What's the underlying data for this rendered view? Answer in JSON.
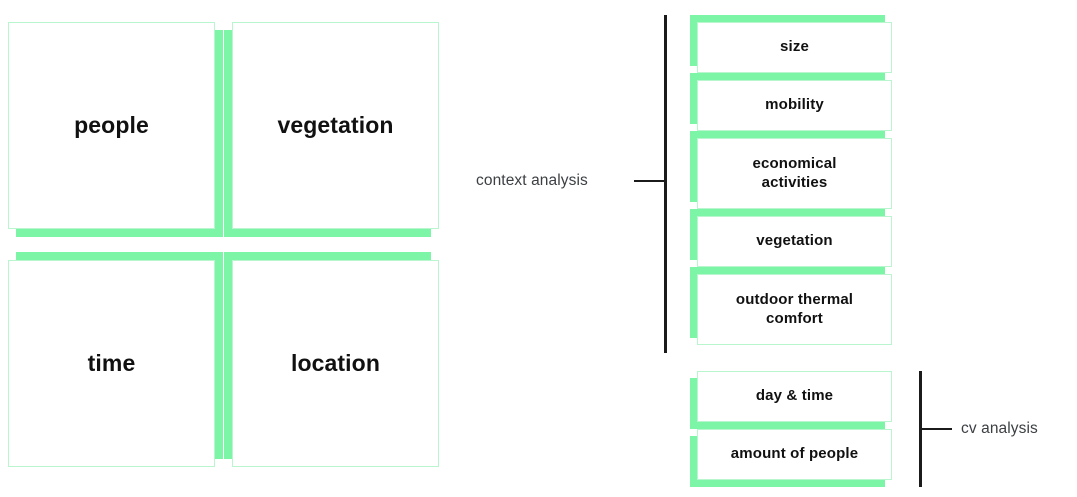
{
  "diagram": {
    "title": "context analysis and cv analysis factor diagram",
    "colors": {
      "slab_green": "#7CF5A6",
      "card_border_green": "#B9F5CE",
      "card_face": "#FFFFFF",
      "bracket_line": "#1B1B1B",
      "label_text": "#3C4043",
      "card_text": "#111111",
      "background": "#FFFFFF"
    }
  },
  "quadrant": {
    "name": "four-factor-grid",
    "cards": [
      {
        "label": "people",
        "shadow_direction": "bottom-right"
      },
      {
        "label": "vegetation",
        "shadow_direction": "bottom-left"
      },
      {
        "label": "time",
        "shadow_direction": "top-right"
      },
      {
        "label": "location",
        "shadow_direction": "top-left"
      }
    ]
  },
  "groups": [
    {
      "id": "context-analysis",
      "label": "context analysis",
      "label_side": "left",
      "items": [
        {
          "label": "size",
          "shadow_direction": "top-left"
        },
        {
          "label": "mobility",
          "shadow_direction": "top-left"
        },
        {
          "label": "economical\nactivities",
          "line1": "economical",
          "line2": "activities",
          "shadow_direction": "top-left"
        },
        {
          "label": "vegetation",
          "shadow_direction": "top-left"
        },
        {
          "label": "outdoor thermal\ncomfort",
          "line1": "outdoor thermal",
          "line2": "comfort",
          "shadow_direction": "top-left"
        }
      ]
    },
    {
      "id": "cv-analysis",
      "label": "cv analysis",
      "label_side": "right",
      "items": [
        {
          "label": "day & time",
          "shadow_direction": "bottom-left"
        },
        {
          "label": "amount of people",
          "shadow_direction": "bottom-left"
        }
      ]
    }
  ]
}
